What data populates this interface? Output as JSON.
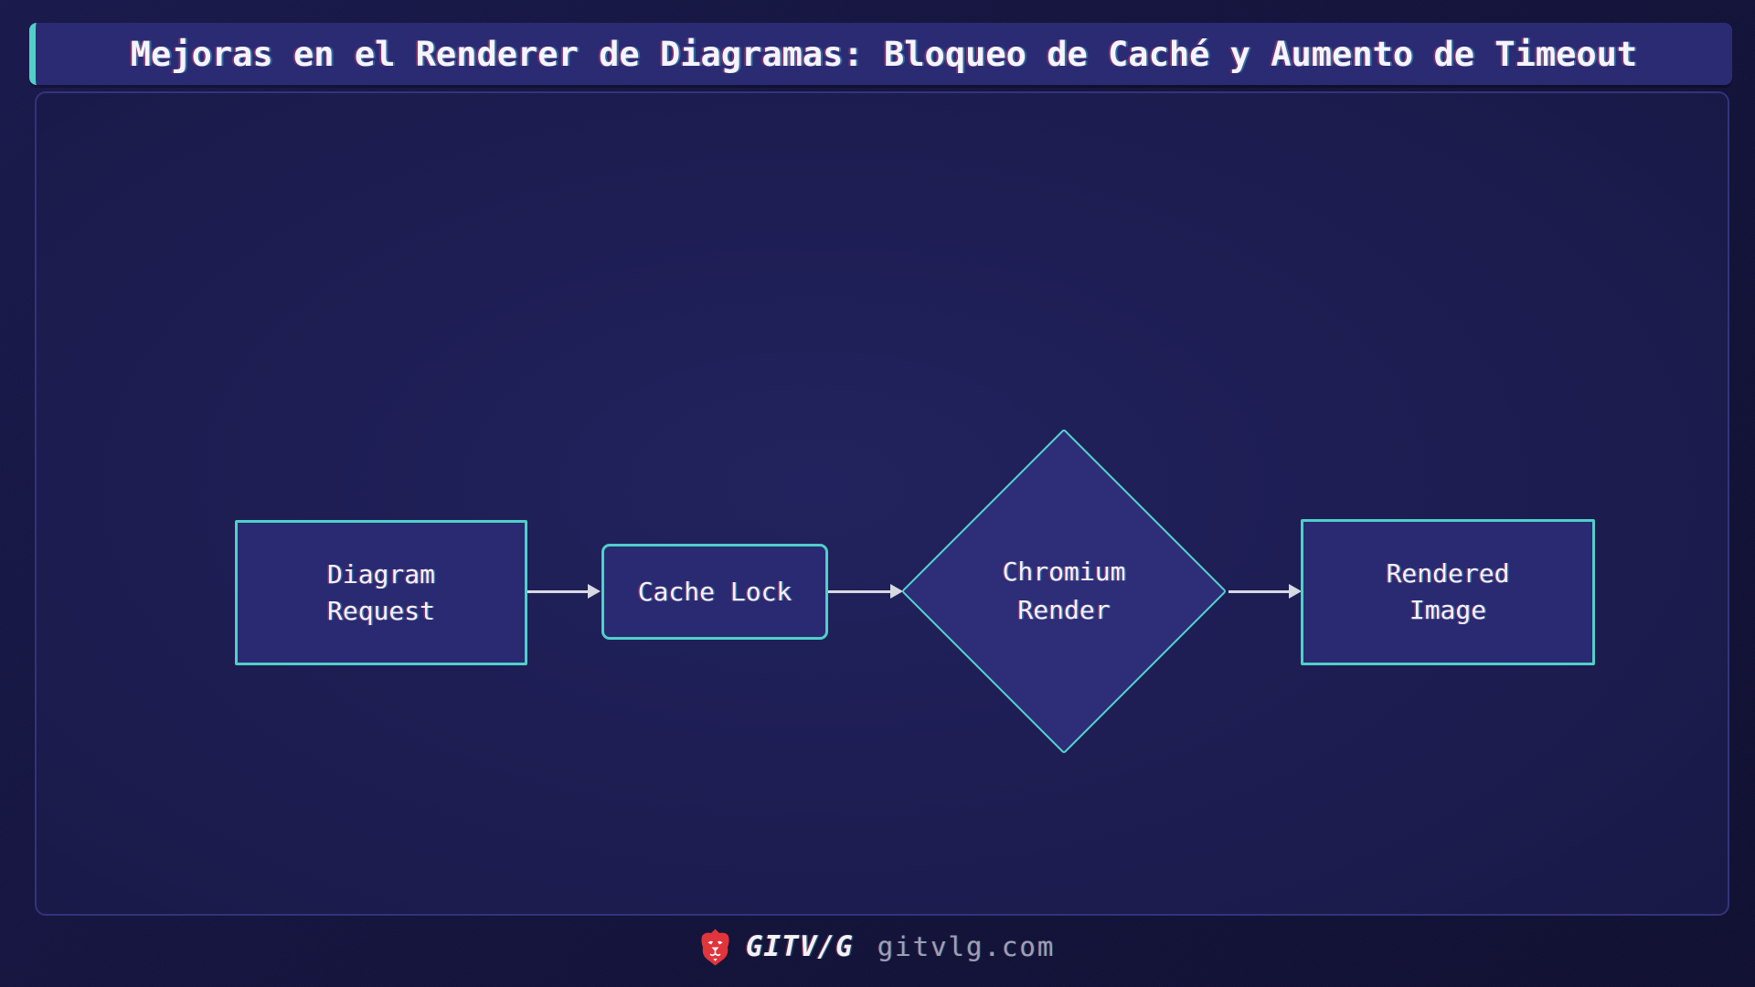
{
  "title": "Mejoras en el Renderer de Diagramas: Bloqueo de Caché y Aumento de Timeout",
  "diagram": {
    "nodes": [
      {
        "id": "diagram-request",
        "shape": "rectangle",
        "lines": [
          "Diagram",
          "Request"
        ]
      },
      {
        "id": "cache-lock",
        "shape": "rounded-rectangle",
        "lines": [
          "Cache Lock"
        ]
      },
      {
        "id": "chromium-render",
        "shape": "diamond",
        "lines": [
          "Chromium",
          "Render"
        ]
      },
      {
        "id": "rendered-image",
        "shape": "rectangle",
        "lines": [
          "Rendered",
          "Image"
        ]
      }
    ],
    "edges": [
      {
        "from": "diagram-request",
        "to": "cache-lock"
      },
      {
        "from": "cache-lock",
        "to": "chromium-render"
      },
      {
        "from": "chromium-render",
        "to": "rendered-image"
      }
    ]
  },
  "footer": {
    "brand": "GITV/G",
    "domain": "gitvlg.com",
    "logo": "lion-icon"
  },
  "colors": {
    "background": "#12123c",
    "panel": "#1d1d52",
    "titlebar_fill": "#2b2b74",
    "node_fill": "#2a2a72",
    "accent_teal": "#50cfc9",
    "arrow": "#d6d6e2",
    "text": "#f2f2fb",
    "footer_text": "#9aa1b6",
    "brand_red": "#e0353b"
  }
}
